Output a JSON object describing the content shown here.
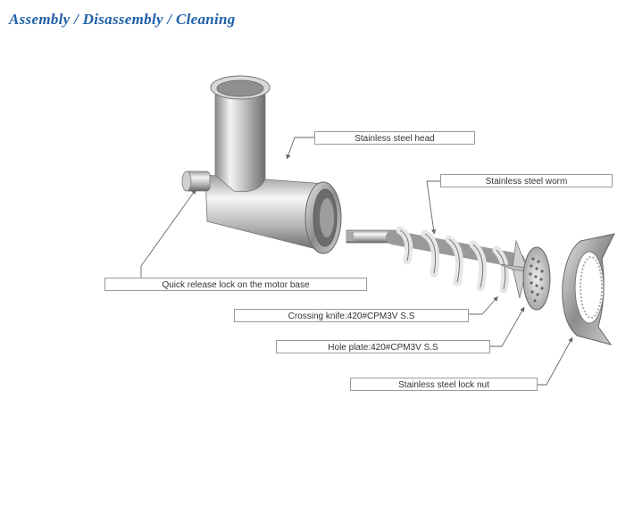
{
  "title": "Assembly / Disassembly / Cleaning",
  "parts": {
    "head": "Stainless steel head",
    "worm": "Stainless steel worm",
    "lock": "Quick release lock on the motor base",
    "knife": "Crossing knife:420#CPM3V S.S",
    "plate": "Hole plate:420#CPM3V S.S",
    "nut": "Stainless steel lock nut"
  },
  "colors": {
    "title": "#1f5fa8",
    "metal_light": "#f2f2f2",
    "metal_dark": "#7a7a7a",
    "leader": "#666666"
  }
}
